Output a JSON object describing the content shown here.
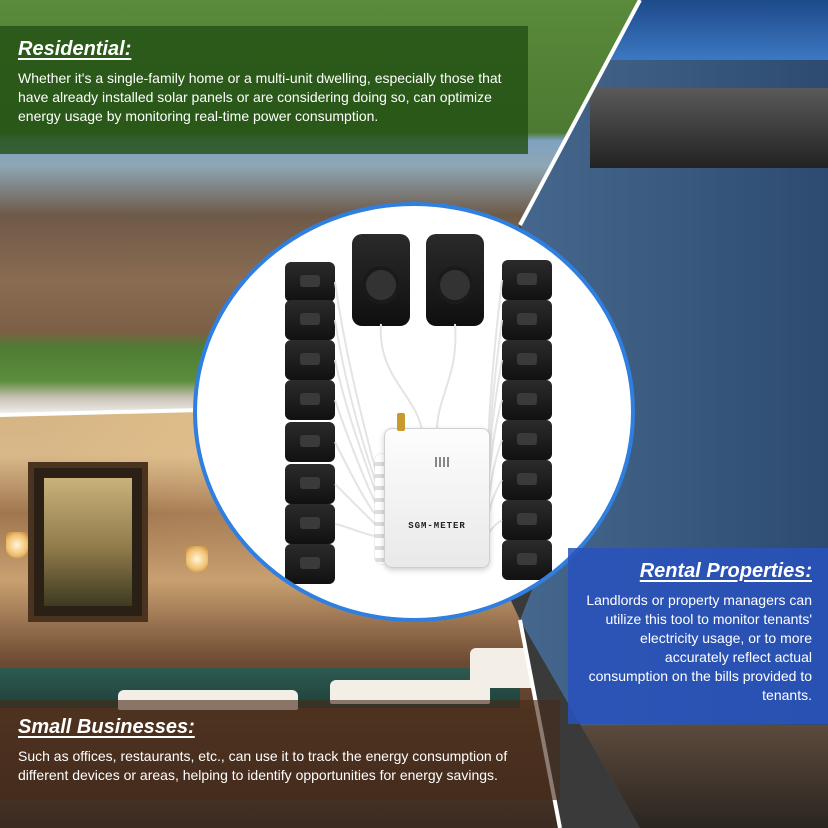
{
  "residential": {
    "heading": "Residential:",
    "body": "Whether it's a single-family home or a multi-unit dwelling, especially those that have already installed solar panels or are considering doing so, can optimize energy usage by monitoring real-time power consumption."
  },
  "rental": {
    "heading": "Rental Properties:",
    "body": "Landlords or property managers can utilize this tool to monitor tenants' electricity usage, or to more accurately reflect actual consumption on the bills provided to tenants."
  },
  "small_business": {
    "heading": "Small Businesses:",
    "body": "Such as offices, restaurants, etc., can use it to track the energy consumption of different devices or areas, helping to identify opportunities for energy savings."
  },
  "product": {
    "device_label": "SGM-METER",
    "accent_color": "#2f7fe0"
  }
}
